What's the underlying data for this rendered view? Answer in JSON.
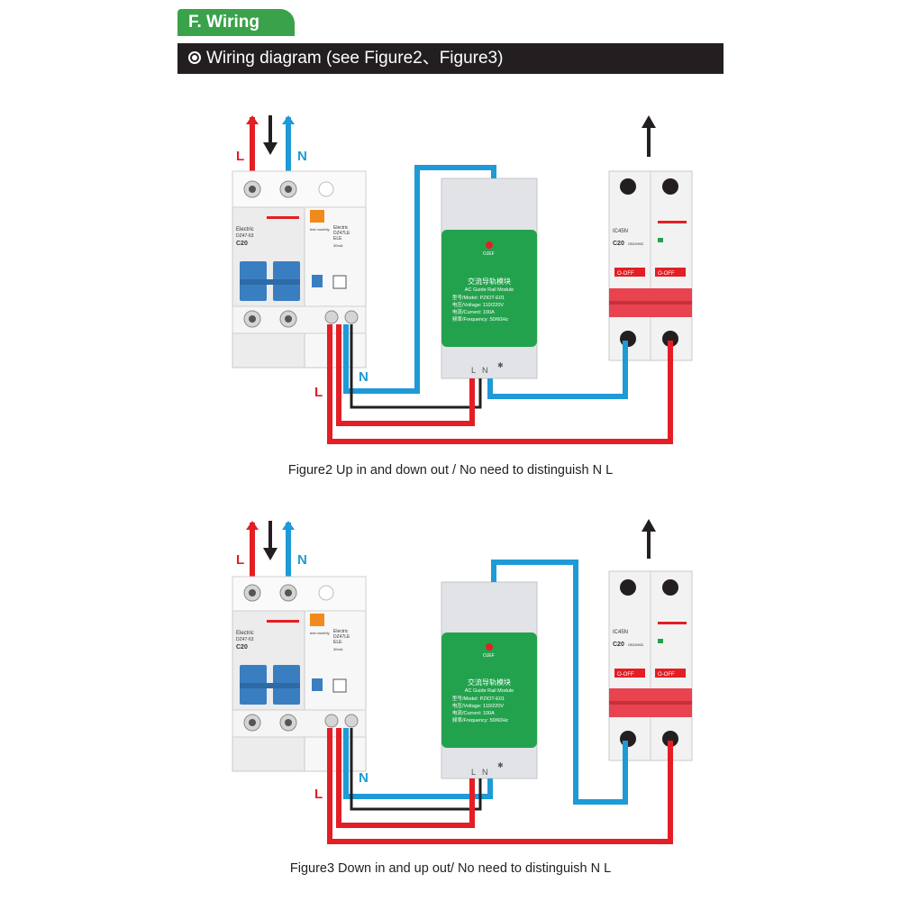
{
  "header": {
    "section_tab": "F. Wiring",
    "subtitle": "Wiring diagram (see Figure2、Figure3)"
  },
  "labels": {
    "live": "L",
    "neutral": "N"
  },
  "rcbo": {
    "brand": "Electric",
    "model_left": "DZ47-63",
    "rating_left": "C20",
    "brand_right": "Electric",
    "model_right": "DZ47LE",
    "model_right2": "ELE",
    "current_right": "30mA",
    "test_label": "test monthly"
  },
  "module": {
    "title_cn": "交流导轨模块",
    "title_en": "AC Guide Rail Module",
    "model": "型号/Model: PZIOT-E01",
    "voltage": "电压/Voltage: 110/220V",
    "current": "电流/Current: 100A",
    "frequency": "频率/Frequency: 50/60Hz",
    "terminal_l": "L",
    "terminal_n": "N",
    "logo": "OJEF"
  },
  "mcb": {
    "model": "IC45N",
    "rating": "C20",
    "standard": "GB10963",
    "off_left": "O-OFF",
    "off_right": "O-OFF"
  },
  "figures": [
    {
      "caption": "Figure2 Up in and down out / No need to distinguish N L"
    },
    {
      "caption": "Figure3 Down in and up out/ No need to distinguish N L"
    }
  ],
  "colors": {
    "live_wire": "#e31e24",
    "neutral_wire": "#1e9ad6",
    "earth_wire": "#231f20",
    "module_green": "#23a24d",
    "breaker_handle_blue": "#3a7ec2",
    "breaker_handle_red": "#e8434f",
    "accent_green": "#3aa24a"
  }
}
